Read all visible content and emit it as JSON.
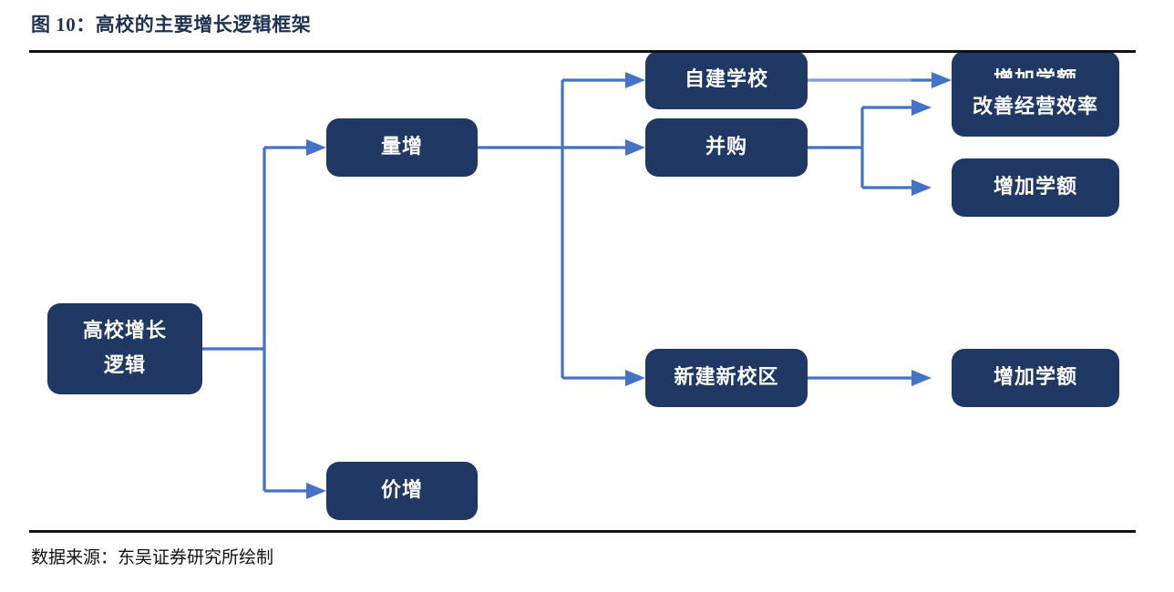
{
  "figure": {
    "title": "图 10：高校的主要增长逻辑框架",
    "source": "数据来源：东吴证券研究所绘制",
    "title_color": "#1F3251",
    "rule_color": "#111111"
  },
  "diagram": {
    "type": "flowchart",
    "direction": "left-to-right",
    "node_fill": "#1F3864",
    "node_text_color": "#FFFFFF",
    "edge_color": "#4472C4",
    "nodes": [
      {
        "id": "root",
        "label": "高校增长\n逻辑",
        "line1": "高校增长",
        "line2": "逻辑",
        "level": 0
      },
      {
        "id": "volume",
        "label": "量增",
        "level": 1
      },
      {
        "id": "price",
        "label": "价增",
        "level": 1
      },
      {
        "id": "selfbuild",
        "label": "自建学校",
        "level": 2
      },
      {
        "id": "ma",
        "label": "并购",
        "level": 2
      },
      {
        "id": "newcampus",
        "label": "新建新校区",
        "level": 2
      },
      {
        "id": "quota1",
        "label": "增加学额",
        "level": 3
      },
      {
        "id": "efficiency",
        "label": "改善经营效率",
        "level": 3
      },
      {
        "id": "quota2",
        "label": "增加学额",
        "level": 3
      },
      {
        "id": "quota3",
        "label": "增加学额",
        "level": 3
      }
    ],
    "edges": [
      {
        "from": "root",
        "to": "volume"
      },
      {
        "from": "root",
        "to": "price"
      },
      {
        "from": "volume",
        "to": "selfbuild"
      },
      {
        "from": "volume",
        "to": "ma"
      },
      {
        "from": "volume",
        "to": "newcampus"
      },
      {
        "from": "selfbuild",
        "to": "quota1"
      },
      {
        "from": "ma",
        "to": "efficiency"
      },
      {
        "from": "ma",
        "to": "quota2"
      },
      {
        "from": "newcampus",
        "to": "quota3"
      }
    ]
  }
}
